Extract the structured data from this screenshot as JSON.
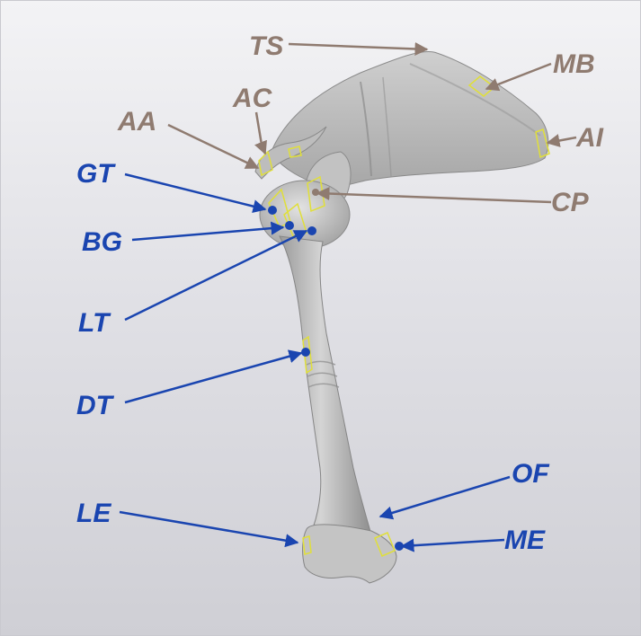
{
  "colors": {
    "scapula_label": "#8f7b70",
    "humerus_label": "#1a45b0",
    "region_outline": "#e0df3a",
    "bone": "#b9b9b9"
  },
  "labels": [
    {
      "id": "TS",
      "text": "TS",
      "group": "scapula"
    },
    {
      "id": "MB",
      "text": "MB",
      "group": "scapula"
    },
    {
      "id": "AC",
      "text": "AC",
      "group": "scapula"
    },
    {
      "id": "AA",
      "text": "AA",
      "group": "scapula"
    },
    {
      "id": "AI",
      "text": "AI",
      "group": "scapula"
    },
    {
      "id": "CP",
      "text": "CP",
      "group": "scapula"
    },
    {
      "id": "GT",
      "text": "GT",
      "group": "humerus"
    },
    {
      "id": "BG",
      "text": "BG",
      "group": "humerus"
    },
    {
      "id": "LT",
      "text": "LT",
      "group": "humerus"
    },
    {
      "id": "DT",
      "text": "DT",
      "group": "humerus"
    },
    {
      "id": "OF",
      "text": "OF",
      "group": "humerus"
    },
    {
      "id": "LE",
      "text": "LE",
      "group": "humerus"
    },
    {
      "id": "ME",
      "text": "ME",
      "group": "humerus"
    }
  ]
}
